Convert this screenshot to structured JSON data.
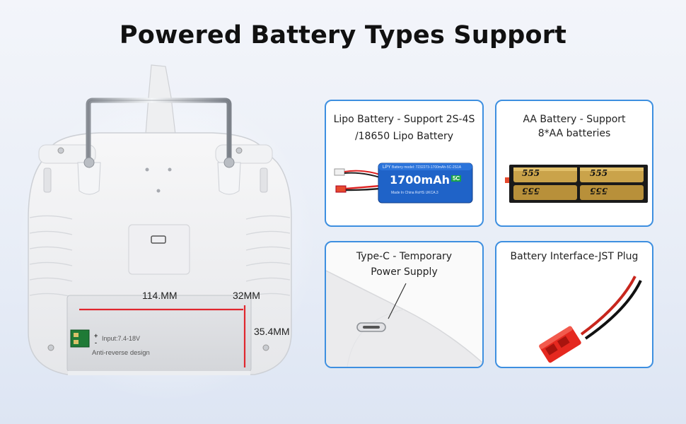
{
  "title": "Powered Battery Types Support",
  "dimensions": {
    "width_label": "114.MM",
    "depth_label": "32MM",
    "height_label": "35.4MM"
  },
  "battery_bay": {
    "input_label": "Input:7.4-18V",
    "note": "Anti-reverse  design",
    "polarity_plus": "+",
    "polarity_minus": "-"
  },
  "cards": [
    {
      "caption_line1": "Lipo Battery - Support 2S-4S",
      "caption_line2": "/18650 Lipo Battery"
    },
    {
      "caption_line1": "AA Battery - Support",
      "caption_line2": "8*AA batteries"
    },
    {
      "caption_line1": "Type-C - Temporary",
      "caption_line2": "Power Supply"
    },
    {
      "caption_line1": "Battery Interface-JST Plug",
      "caption_line2": ""
    }
  ],
  "lipo_pack": {
    "brand": "LPY",
    "model": "Battery model: 7232273-1700mAh-5C-2S1A",
    "capacity": "1700mAh",
    "rate": "5C",
    "origin": "Made In China  RoHS  UKCA.3"
  },
  "aa_holder": {
    "cell_brand": "555"
  },
  "colors": {
    "accent": "#3d8fe0",
    "dimension_line": "#e0262d",
    "lipo_blue": "#1f63c8",
    "jst_red": "#e5281f"
  }
}
